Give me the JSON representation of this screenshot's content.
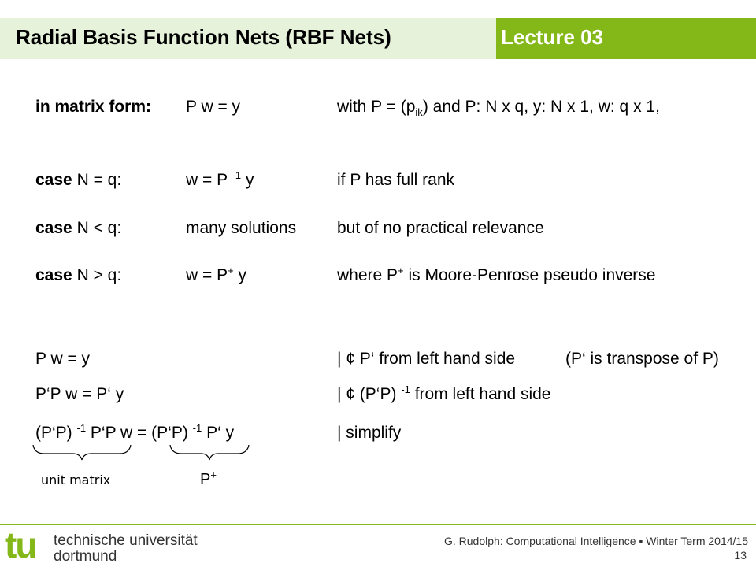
{
  "header": {
    "title": "Radial Basis Function Nets (RBF Nets)",
    "lecture": "Lecture 03"
  },
  "rows": {
    "matrix": {
      "label": "in matrix form:",
      "equation": "P w = y",
      "note_a": "with P = (p",
      "note_sub": "ik",
      "note_b": ")  and  P: N x q, y: N x 1, w: q x 1,"
    },
    "case_eq": {
      "case_word": "case",
      "cond": "N = q:",
      "eq_a": "w = P",
      "eq_sup": "-1",
      "eq_b": "y",
      "note": "if P has full rank"
    },
    "case_lt": {
      "case_word": "case",
      "cond": "N < q:",
      "eq": "many solutions",
      "note": "but of no practical relevance"
    },
    "case_gt": {
      "case_word": "case",
      "cond": "N > q:",
      "eq_a": "w = P",
      "eq_sup": "+",
      "eq_b": "y",
      "note_a": "where P",
      "note_sup": "+",
      "note_b": "is Moore-Penrose pseudo inverse"
    },
    "deriv1": {
      "eq": "P w = y",
      "note": "|  ¢ P‘ from left hand side",
      "note2": "(P‘ is transpose of P)"
    },
    "deriv2": {
      "eq": "P‘P w = P‘ y",
      "note_a": "|  ¢ (P‘P)",
      "note_sup": "-1",
      "note_b": "from left hand side"
    },
    "deriv3": {
      "eq_a": "(P‘P)",
      "eq_sup1": "-1",
      "eq_b": "P‘P w = (P‘P)",
      "eq_sup2": "-1",
      "eq_c": "P‘ y",
      "note": "|  simplify"
    }
  },
  "annotations": {
    "unit_matrix": "unit matrix",
    "pinv_base": "P",
    "pinv_sup": "+"
  },
  "footer": {
    "logo_mark": "tu",
    "logo_line1": "technische universität",
    "logo_line2": "dortmund",
    "credit": "G. Rudolph: Computational Intelligence ▪ Winter Term 2014/15",
    "page": "13"
  }
}
